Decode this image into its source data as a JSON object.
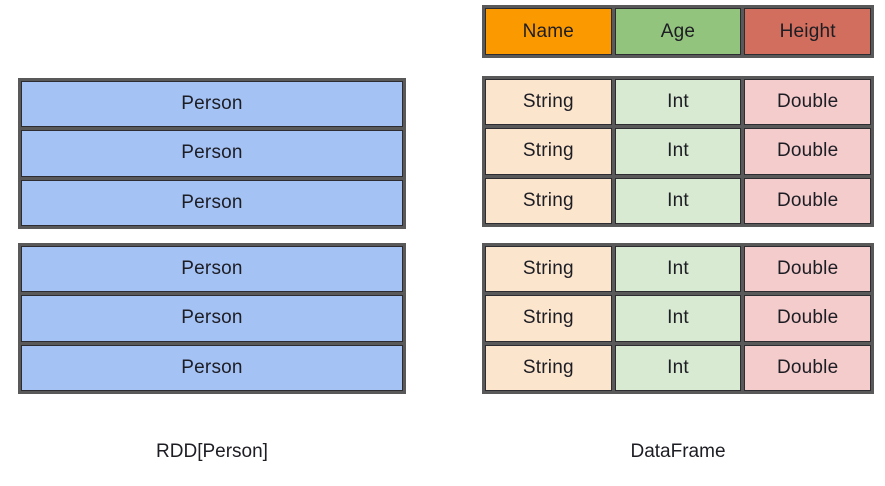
{
  "diagram": {
    "left": {
      "caption": "RDD[Person]",
      "row_color": "#a4c2f4",
      "groups": [
        {
          "rows": [
            "Person",
            "Person",
            "Person"
          ]
        },
        {
          "rows": [
            "Person",
            "Person",
            "Person"
          ]
        }
      ]
    },
    "right": {
      "caption": "DataFrame",
      "header": [
        {
          "label": "Name",
          "color": "#fb9900"
        },
        {
          "label": "Age",
          "color": "#93c47d"
        },
        {
          "label": "Height",
          "color": "#d16e5e"
        }
      ],
      "cell_colors": [
        "#fce5cd",
        "#d9ead3",
        "#f4cccc"
      ],
      "groups": [
        {
          "rows": [
            [
              "String",
              "Int",
              "Double"
            ],
            [
              "String",
              "Int",
              "Double"
            ],
            [
              "String",
              "Int",
              "Double"
            ]
          ]
        },
        {
          "rows": [
            [
              "String",
              "Int",
              "Double"
            ],
            [
              "String",
              "Int",
              "Double"
            ],
            [
              "String",
              "Int",
              "Double"
            ]
          ]
        }
      ]
    },
    "colors": {
      "grid_border": "#595959",
      "cell_border": "#2d2d31",
      "text": "#1d1d24",
      "background": "#ffffff"
    }
  }
}
